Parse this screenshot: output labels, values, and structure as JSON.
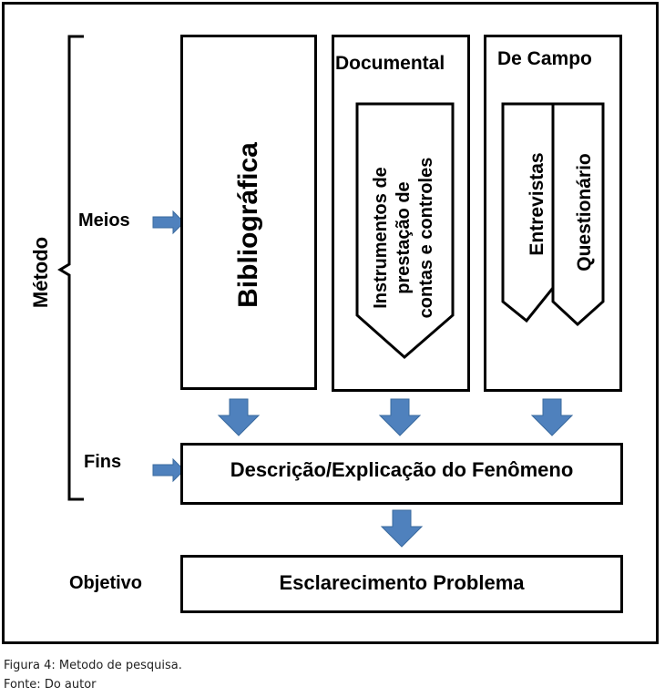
{
  "diagram": {
    "side_label": "Método",
    "meios_label": "Meios",
    "fins_label": "Fins",
    "objetivo_label": "Objetivo",
    "bibliografica": "Bibliográfica",
    "documental": {
      "title": "Documental",
      "lines": [
        "Instrumentos de",
        "prestação de",
        "contas e controles"
      ]
    },
    "de_campo": {
      "title": "De Campo",
      "item1": "Entrevistas",
      "item2": "Questionário"
    },
    "fins_box": "Descrição/Explicação do Fenômeno",
    "objetivo_box": "Esclarecimento Problema",
    "arrow_color": "#4f81bd"
  },
  "caption": {
    "line1": "Figura 4: Metodo de pesquisa.",
    "line2": "Fonte: Do autor"
  }
}
